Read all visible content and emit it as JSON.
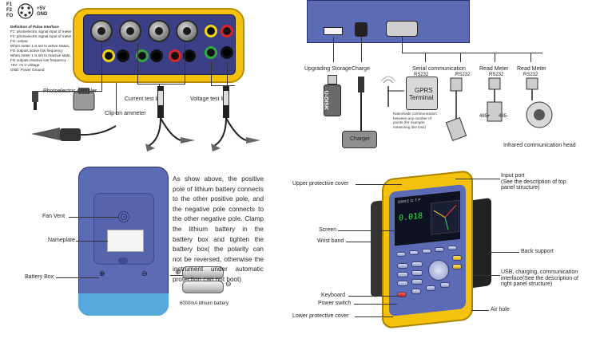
{
  "pulse_legend": {
    "f1": "F1",
    "f2": "F2",
    "fo": "FO",
    "plus5v": "+5V",
    "gnd": "GND",
    "title": "Definition of Pulse Interface",
    "lines": [
      "F1: photoelectric signal input of meter 1",
      "F2: photoelectric signal input of meter 2",
      "FO: output",
      "  When meter 1 is set to active status,",
      "FO outputs active low frequency",
      "  When meter 1 is set to reactive state,",
      "FO outputs reactive low frequency",
      "+5V: +5 V voltage",
      "GND: Power Ground"
    ]
  },
  "top_left": {
    "photoelectric_sampler": "Photoelectric sampler",
    "current_test_line": "Current test line",
    "clip_on_ammeter": "Clip-on ammeter",
    "voltage_test_line": "Voltage test line"
  },
  "top_right": {
    "upgrading_storage": "Upgrading Storage",
    "charge": "Charge",
    "serial_communication": "Serial communication",
    "read_meter_1": "Read Meter",
    "read_meter_2": "Read Meter",
    "rs232_1": "RS232",
    "rs232_2": "RS232",
    "rs232_3": "RS232",
    "rs232_4": "RS232",
    "u_disk": "U-DISK",
    "gprs_line1": "GPRS",
    "gprs_line2": "Terminal",
    "charger": "Charger",
    "rs485_1": "485+",
    "rs485_2": "485-",
    "nationwide_note": "Nationwide communication between any number of points (for example: measuring line loss)",
    "infrared_head": "Infrared communication head"
  },
  "bottom_left": {
    "fan_vent": "Fan Vent",
    "nameplate": "Nameplate",
    "battery_box": "Battery Box",
    "battery_caption": "6000mA lithium battery",
    "plus": "⊕",
    "minus": "⊖",
    "description": "As show above, the positive pole of lithium battery connects to the other positive pole, and the negative pole connects to the other negative pole. Clamp the lithium battery in the battery box and tighten the battery box( the polarity can not be reversed, otherwise the instrument under automatic protection can not boot)"
  },
  "bottom_right": {
    "upper_cover": "Upper protective cover",
    "input_port": "Input port\n(See the description of top\npanel structure)",
    "screen": "Screen",
    "wrist_band": "Wrist band",
    "back_support": "Back support",
    "usb_interface": "USB, charging, communication\ninterface(See the description of\nright panel structure)",
    "keyboard": "Keyboard",
    "power_switch": "Power switch",
    "air_hole": "Air hole",
    "lower_cover": "Lower protective cover",
    "screen_readout": "0.018",
    "screen_header": "2000 E  O. T  P"
  },
  "colors": {
    "yellow_case": "#f4c20d",
    "panel_blue": "#3b3f86",
    "device_blue": "#5c6bb5",
    "jack_yellow": "#f1d416",
    "jack_green": "#2faa3f",
    "jack_red": "#d9262a"
  }
}
